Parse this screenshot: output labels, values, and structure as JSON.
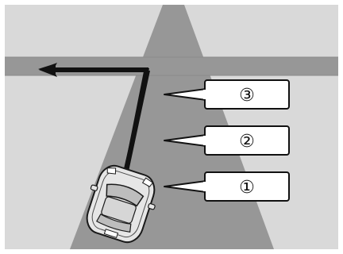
{
  "colors": {
    "background": "#d9d9d9",
    "road": "#979797",
    "road_edge": "#7f7f7f",
    "path_line": "#111111",
    "callout_fill": "#ffffff",
    "callout_stroke": "#111111",
    "car_body": "#e6e6e6",
    "car_outline": "#1a1a1a",
    "car_glass": "#bdbdbd"
  },
  "callouts": [
    {
      "label": "③"
    },
    {
      "label": "②"
    },
    {
      "label": "①"
    }
  ]
}
